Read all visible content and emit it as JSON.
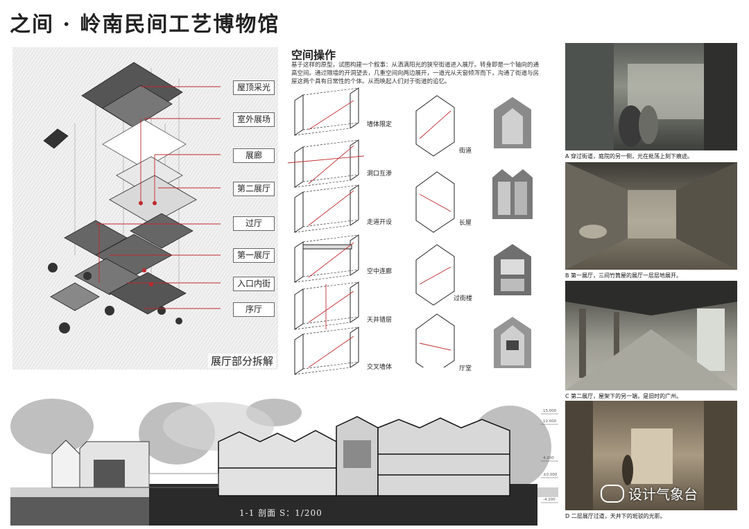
{
  "title": "之间 · 岭南民间工艺博物馆",
  "axonometric": {
    "tags": [
      "屋顶采光",
      "室外展场",
      "展廊",
      "第二展厅",
      "过厅",
      "第一展厅",
      "入口内街",
      "序厅"
    ],
    "caption": "展厅部分拆解"
  },
  "operations": {
    "title": "空间操作",
    "intro": "基于这样的原型，试图构建一个叙事：从洒满阳光的狭窄街道进入展厅。转身即是一个轴向的通高空间。通过隔墙的开洞望去，几重空间向两边展开，一道光从天窗倾泻而下，沟通了街道与房屋这两个具有日常性的个体。从而唤起人们对于街道的追忆。",
    "left_items": [
      "墙体限定",
      "洞口互渗",
      "走道开设",
      "空中连廊",
      "天井错层",
      "交叉墙体"
    ],
    "right_items": [
      "街道",
      "长屋",
      "过街楼",
      "厅堂"
    ]
  },
  "photos": [
    {
      "caption": "A  穿过街道，庭院的另一侧，光在批荡上刻下痕迹。"
    },
    {
      "caption": "B  第一展厅，三间竹筒屋的展厅一层层地展开。"
    },
    {
      "caption": "C  第二展厅，屋架下的另一端，是旧时的广州。"
    },
    {
      "caption": "D  二层展厅过道，天井下的斑驳的光影。"
    }
  ],
  "section": {
    "caption": "1-1 剖面   S：1/200",
    "levels": [
      "15.000",
      "12.000",
      "4.200",
      "±0.000",
      "-4.200"
    ]
  },
  "watermark": "设计气象台"
}
